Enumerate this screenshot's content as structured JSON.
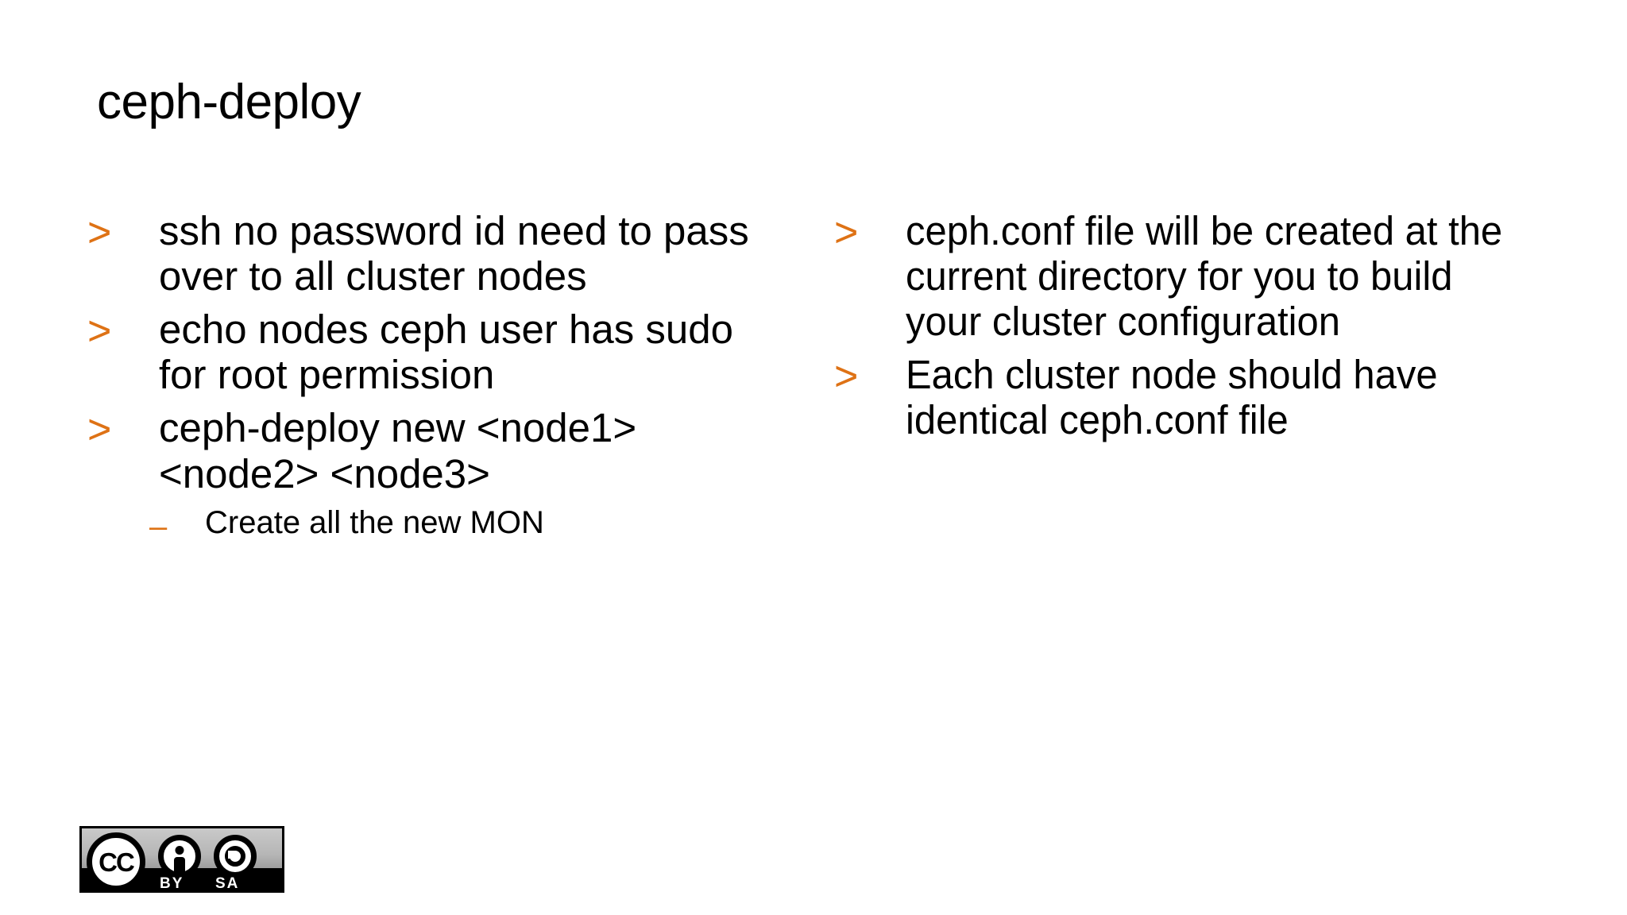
{
  "slide": {
    "title": "ceph-deploy",
    "background_color": "#FFFFFF",
    "accent_color": "#DE7215",
    "text_color": "#000000",
    "bullet_marker": ">",
    "sub_bullet_marker": "–"
  },
  "columns": {
    "left": {
      "bullets": [
        {
          "marker": ">",
          "text": "ssh no password id need to pass over to all cluster nodes",
          "sub_bullets": []
        },
        {
          "marker": ">",
          "text": "echo nodes ceph user has sudo for root permission",
          "sub_bullets": []
        },
        {
          "marker": ">",
          "text": "ceph-deploy new <node1> <node2> <node3>",
          "sub_bullets": [
            {
              "marker": "–",
              "text": "Create all the new MON"
            }
          ]
        }
      ]
    },
    "right": {
      "bullets": [
        {
          "marker": ">",
          "text": "ceph.conf file will be created at the current directory for you to build your cluster configuration",
          "sub_bullets": []
        },
        {
          "marker": ">",
          "text": "Each cluster node should have identical ceph.conf file",
          "sub_bullets": []
        }
      ]
    }
  },
  "license_badge": {
    "name": "creative-commons-by-sa",
    "main_text": "CC",
    "by_label": "BY",
    "sa_label": "SA"
  }
}
